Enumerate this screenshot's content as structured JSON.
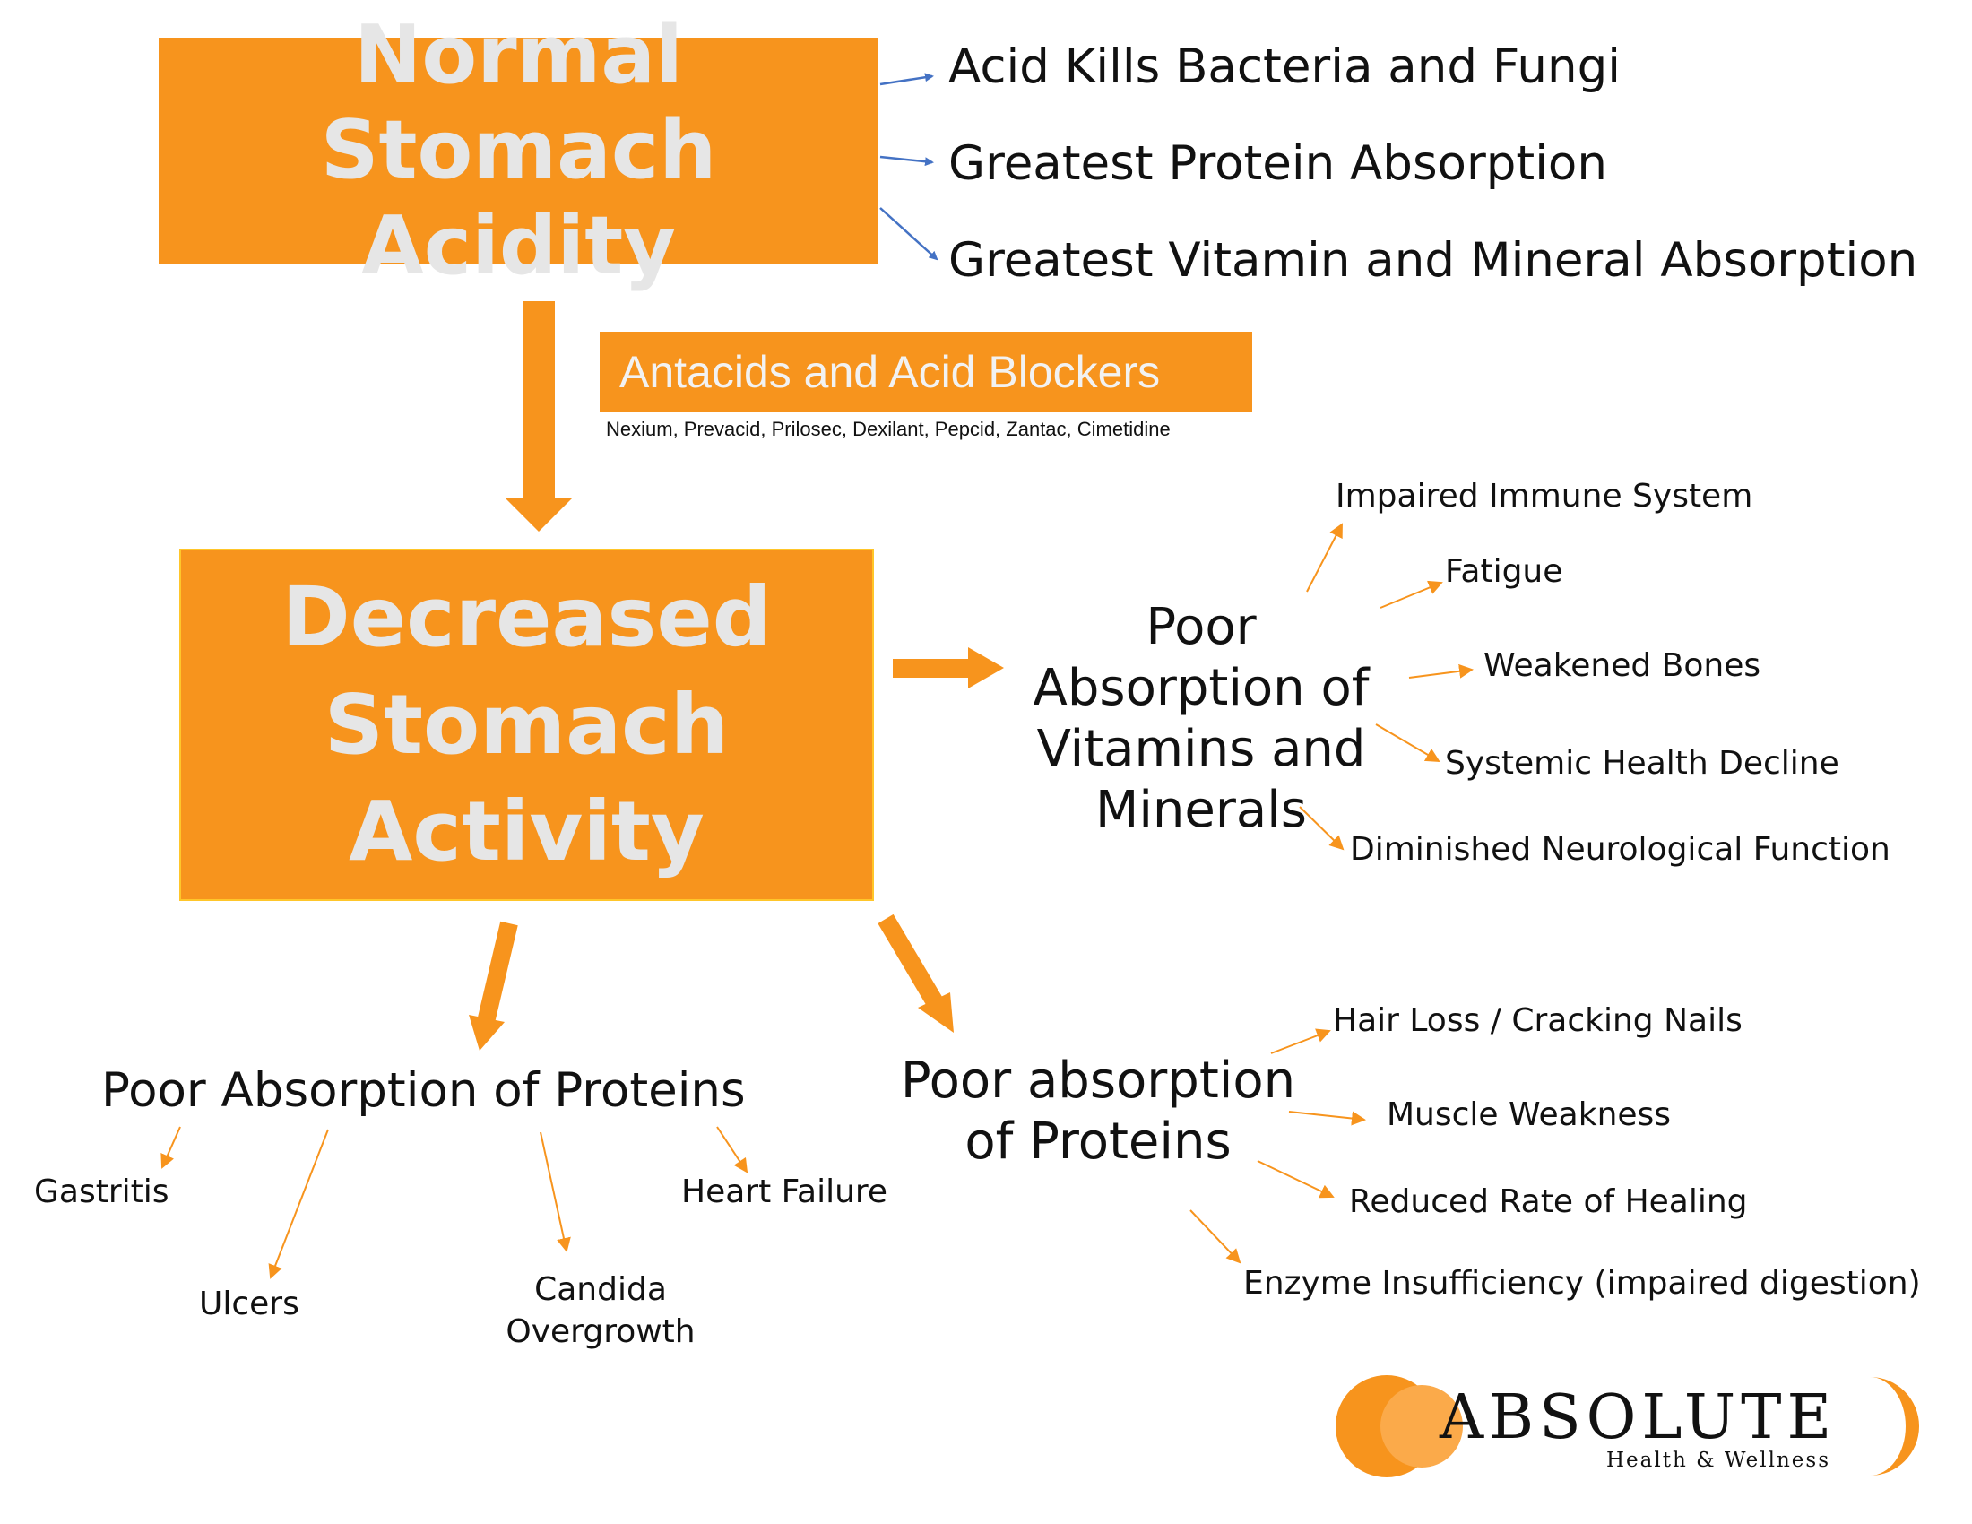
{
  "top_box": {
    "line1": "Normal",
    "line2": "Stomach Acidity"
  },
  "top_effects": [
    "Acid Kills Bacteria and Fungi",
    "Greatest Protein Absorption",
    "Greatest Vitamin and Mineral Absorption"
  ],
  "antacids": {
    "label": "Antacids and Acid Blockers",
    "drugs": "Nexium, Prevacid, Prilosec, Dexilant, Pepcid, Zantac, Cimetidine"
  },
  "middle_box": {
    "line1": "Decreased",
    "line2": "Stomach",
    "line3": "Activity"
  },
  "vitamins": {
    "line1": "Poor",
    "line2": "Absorption of",
    "line3": "Vitamins and",
    "line4": "Minerals",
    "effects": [
      "Impaired Immune System",
      "Fatigue",
      "Weakened Bones",
      "Systemic Health Decline",
      "Diminished Neurological Function"
    ]
  },
  "proteins_left": {
    "title": "Poor Absorption of Proteins",
    "effects": [
      "Gastritis",
      "Ulcers",
      "Candida",
      "Overgrowth",
      "Heart Failure"
    ]
  },
  "proteins_right": {
    "line1": "Poor absorption",
    "line2": "of Proteins",
    "effects": [
      "Hair Loss / Cracking Nails",
      "Muscle Weakness",
      "Reduced Rate of Healing",
      "Enzyme Insufficiency (impaired digestion)"
    ]
  },
  "logo": {
    "brand": "ABSOLUTE",
    "tagline": "Health & Wellness"
  },
  "colors": {
    "orange": "#F7941D",
    "blue_arrow": "#4472C4",
    "box_text": "#e6e6e6"
  }
}
